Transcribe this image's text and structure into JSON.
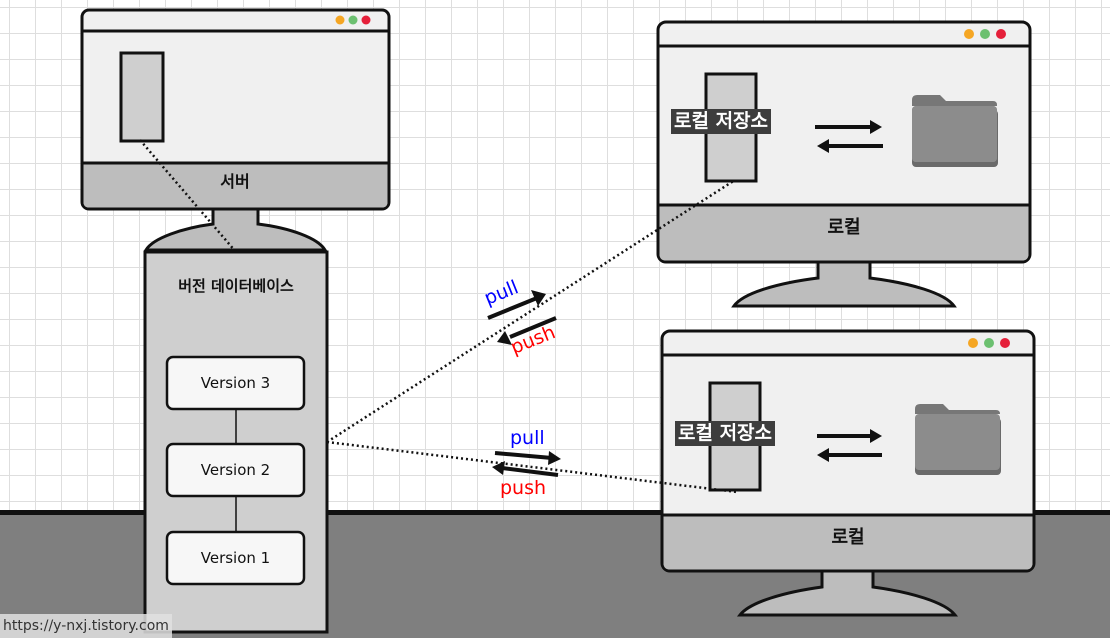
{
  "server": {
    "label": "서버"
  },
  "version_db": {
    "title": "버전 데이터베이스",
    "versions": [
      "Version 3",
      "Version 2",
      "Version 1"
    ]
  },
  "local_1": {
    "label": "로컬",
    "repo_label": "로컬 저장소"
  },
  "local_2": {
    "label": "로컬",
    "repo_label": "로컬 저장소"
  },
  "arrows_top": {
    "pull": "pull",
    "push": "push"
  },
  "arrows_bottom": {
    "pull": "pull",
    "push": "push"
  },
  "watermark": "https://y-nxj.tistory.com",
  "colors": {
    "pull": "#0000ff",
    "push": "#ff0000",
    "traffic_orange": "#f5a623",
    "traffic_green": "#6cc070",
    "traffic_red": "#e5203a",
    "monitor_screen": "#f0f0f0",
    "monitor_base": "#bdbdbd",
    "floor": "#7f7f7f"
  }
}
